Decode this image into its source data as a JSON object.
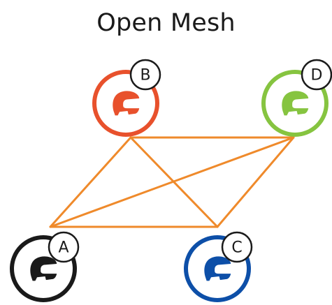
{
  "title": "Open Mesh",
  "colors": {
    "link": "#ef8a2b",
    "text": "#1a1a1a",
    "badge_fill": "#ffffff"
  },
  "nodes": [
    {
      "id": "A",
      "label": "A",
      "color": "#1a1a1a",
      "icon": "helmet-icon"
    },
    {
      "id": "B",
      "label": "B",
      "color": "#e8512c",
      "icon": "helmet-icon"
    },
    {
      "id": "C",
      "label": "C",
      "color": "#0d4fa8",
      "icon": "helmet-icon"
    },
    {
      "id": "D",
      "label": "D",
      "color": "#86c440",
      "icon": "helmet-icon"
    }
  ],
  "links": [
    {
      "from": "A",
      "to": "B"
    },
    {
      "from": "B",
      "to": "D"
    },
    {
      "from": "D",
      "to": "C"
    },
    {
      "from": "C",
      "to": "A"
    },
    {
      "from": "A",
      "to": "D"
    },
    {
      "from": "B",
      "to": "C"
    }
  ]
}
